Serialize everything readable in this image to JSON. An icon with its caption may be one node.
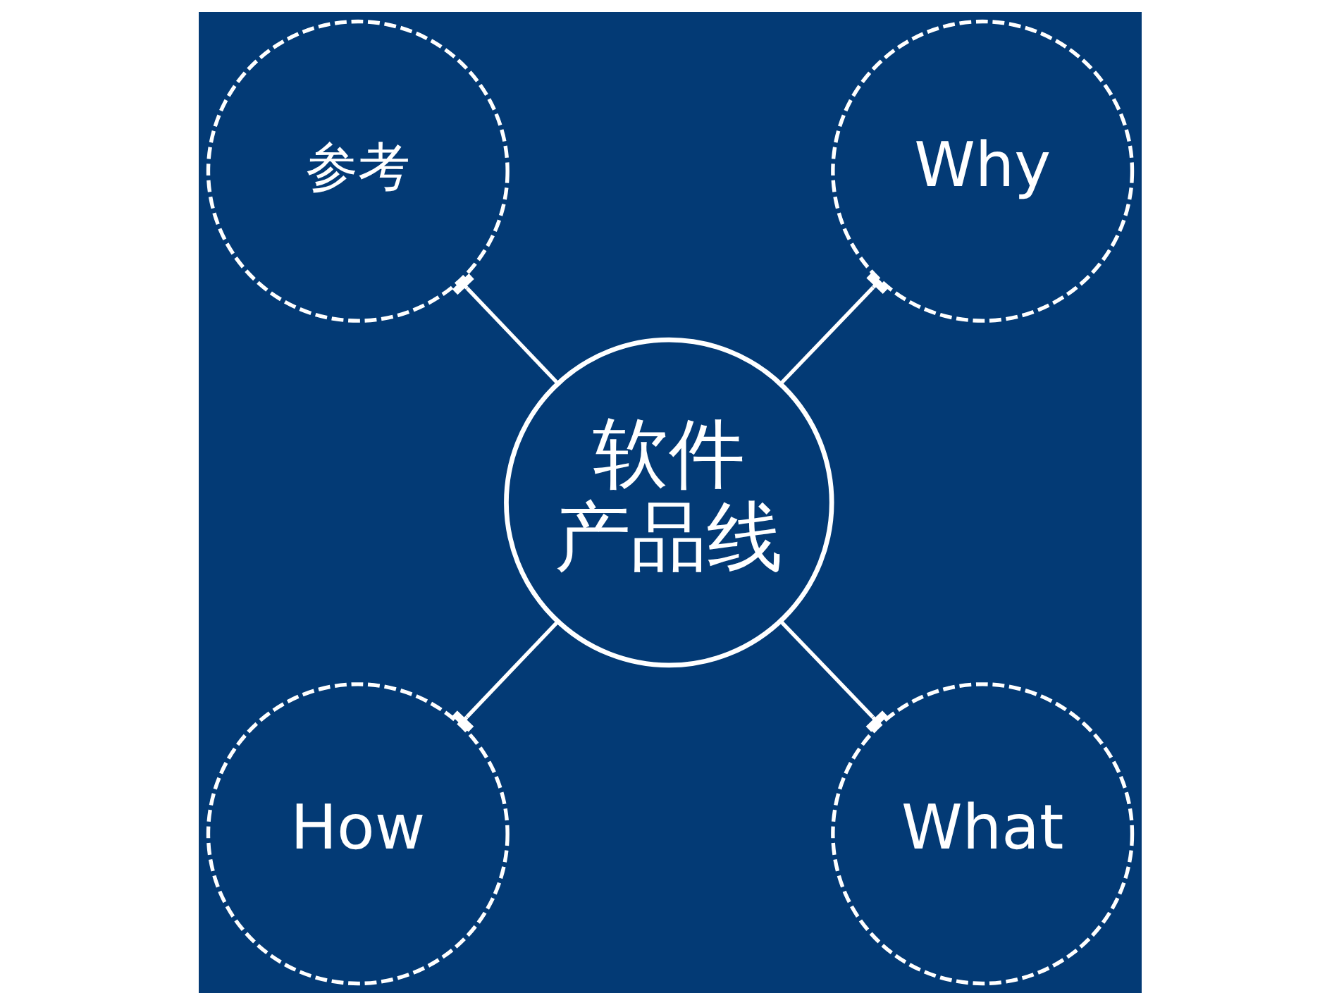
{
  "diagram": {
    "nodes": [
      {
        "text": [
          "参考"
        ]
      },
      {
        "text": [
          "Why"
        ]
      },
      {
        "text": [
          "软件产品线"
        ]
      },
      {
        "text": [
          "How"
        ]
      },
      {
        "text": [
          "What"
        ]
      }
    ],
    "edges": [
      {
        "from": 2,
        "to": 0,
        "arrow": "other"
      },
      {
        "from": 2,
        "to": 1,
        "arrow": "other"
      },
      {
        "from": 2,
        "to": 3,
        "arrow": "other"
      },
      {
        "from": 2,
        "to": 4,
        "arrow": "other"
      }
    ]
  }
}
